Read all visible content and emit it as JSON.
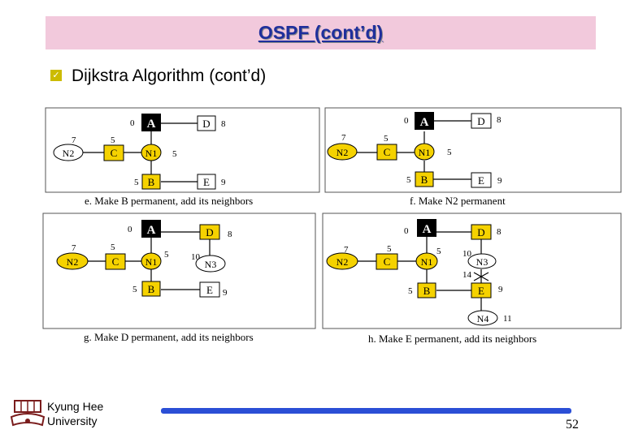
{
  "slide": {
    "title": "OSPF (cont’d)",
    "subtitle": "Dijkstra Algorithm (cont’d)",
    "bullet_icon": "checkbox-bullet-icon",
    "page_number": "52",
    "university_line1": "Kyung Hee",
    "university_line2": "University"
  },
  "colors": {
    "title_band": "#f2c9dc",
    "title_text": "#1f2f9c",
    "permanent_node": "#f5d200",
    "footer_bar": "#2b4fd6"
  },
  "diagrams": [
    {
      "caption": "e. Make B permanent, add its neighbors",
      "nodes": {
        "A": "A",
        "D": "D",
        "N2": "N2",
        "C": "C",
        "N1": "N1",
        "B": "B",
        "E": "E"
      },
      "costs": {
        "A": "0",
        "D": "8",
        "N2": "7",
        "C": "5",
        "N1": "5",
        "B": "5",
        "E": "9"
      }
    },
    {
      "caption": "f. Make N2 permanent",
      "nodes": {
        "A": "A",
        "D": "D",
        "N2": "N2",
        "C": "C",
        "N1": "N1",
        "B": "B",
        "E": "E"
      },
      "costs": {
        "A": "0",
        "D": "8",
        "N2": "7",
        "C": "5",
        "N1": "5",
        "B": "5",
        "E": "9"
      }
    },
    {
      "caption": "g. Make D permanent, add its neighbors",
      "nodes": {
        "A": "A",
        "D": "D",
        "N2": "N2",
        "C": "C",
        "N1": "N1",
        "N3": "N3",
        "B": "B",
        "E": "E"
      },
      "costs": {
        "A": "0",
        "D": "8",
        "N2": "7",
        "C": "5",
        "N1": "5",
        "N3": "10",
        "B": "5",
        "E": "9"
      }
    },
    {
      "caption": "h. Make E permanent, add its neighbors",
      "nodes": {
        "A": "A",
        "D": "D",
        "N2": "N2",
        "C": "C",
        "N1": "N1",
        "N3": "N3",
        "B": "B",
        "E": "E",
        "N4": "N4"
      },
      "costs": {
        "A": "0",
        "D": "8",
        "N2": "7",
        "C": "5",
        "N1": "5",
        "N3": "10",
        "N3_alt": "14",
        "B": "5",
        "E": "9",
        "N4": "11"
      }
    }
  ]
}
